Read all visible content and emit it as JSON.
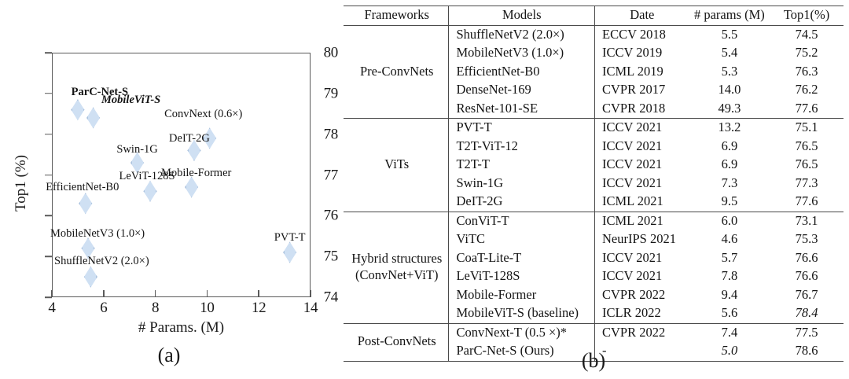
{
  "chart_data": [
    {
      "type": "scatter",
      "title": "",
      "caption": "(a)",
      "xlabel": "# Params. (M)",
      "ylabel": "Top1 (%)",
      "xlim": [
        4,
        14
      ],
      "ylim": [
        74,
        80
      ],
      "xticks": [
        "4",
        "6",
        "8",
        "10",
        "12",
        "14"
      ],
      "yticks": [
        "74",
        "75",
        "76",
        "77",
        "78",
        "79",
        "80"
      ],
      "grid": false,
      "legend": "none",
      "marker": "diamond",
      "marker_fill": "#cfe0f3",
      "marker_stroke": "#8aa8cc",
      "points": [
        {
          "label": "ParC-Net-S",
          "x": 5.0,
          "y": 78.6,
          "style": "bold",
          "label_dx": 28,
          "label_dy": -30
        },
        {
          "label": "MobileViT-S",
          "x": 5.6,
          "y": 78.4,
          "style": "bolditalic",
          "label_dx": 48,
          "label_dy": -30
        },
        {
          "label": "ConvNext (0.6×)",
          "x": 10.1,
          "y": 77.9,
          "style": "normal",
          "label_dx": -8,
          "label_dy": -38
        },
        {
          "label": "DeIT-2G",
          "x": 9.5,
          "y": 77.6,
          "style": "normal",
          "label_dx": -6,
          "label_dy": -22
        },
        {
          "label": "Swin-1G",
          "x": 7.3,
          "y": 77.3,
          "style": "normal",
          "label_dx": 0,
          "label_dy": -24
        },
        {
          "label": "Mobile-Former",
          "x": 9.4,
          "y": 76.7,
          "style": "normal",
          "label_dx": 6,
          "label_dy": -25
        },
        {
          "label": "LeViT-128S",
          "x": 7.8,
          "y": 76.6,
          "style": "normal",
          "label_dx": -4,
          "label_dy": -26
        },
        {
          "label": "EfficientNet-B0",
          "x": 5.3,
          "y": 76.3,
          "style": "normal",
          "label_dx": -4,
          "label_dy": -28
        },
        {
          "label": "MobileNetV3 (1.0×)",
          "x": 5.4,
          "y": 75.2,
          "style": "normal",
          "label_dx": 12,
          "label_dy": -26
        },
        {
          "label": "ShuffleNetV2 (2.0×)",
          "x": 5.5,
          "y": 74.5,
          "style": "normal",
          "label_dx": 14,
          "label_dy": -27
        },
        {
          "label": "PVT-T",
          "x": 13.2,
          "y": 75.1,
          "style": "normal",
          "label_dx": 0,
          "label_dy": -26
        }
      ]
    },
    {
      "type": "table",
      "caption": "(b)",
      "title": "",
      "columns": [
        "Frameworks",
        "Models",
        "Date",
        "# params (M)",
        "Top1(%)"
      ],
      "groups": [
        {
          "framework": "Pre-ConvNets",
          "rows": [
            {
              "model": "ShuffleNetV2 (2.0×)",
              "date": "ECCV 2018",
              "params": "5.5",
              "top1": "74.5",
              "model_style": "normal",
              "params_style": "normal",
              "top1_style": "normal"
            },
            {
              "model": "MobileNetV3 (1.0×)",
              "date": "ICCV 2019",
              "params": "5.4",
              "top1": "75.2",
              "model_style": "normal",
              "params_style": "normal",
              "top1_style": "normal"
            },
            {
              "model": "EfficientNet-B0",
              "date": "ICML 2019",
              "params": "5.3",
              "top1": "76.3",
              "model_style": "normal",
              "params_style": "normal",
              "top1_style": "normal"
            },
            {
              "model": "DenseNet-169",
              "date": "CVPR 2017",
              "params": "14.0",
              "top1": "76.2",
              "model_style": "normal",
              "params_style": "normal",
              "top1_style": "normal"
            },
            {
              "model": "ResNet-101-SE",
              "date": "CVPR 2018",
              "params": "49.3",
              "top1": "77.6",
              "model_style": "normal",
              "params_style": "normal",
              "top1_style": "normal"
            }
          ]
        },
        {
          "framework": "ViTs",
          "rows": [
            {
              "model": "PVT-T",
              "date": "ICCV 2021",
              "params": "13.2",
              "top1": "75.1",
              "model_style": "normal",
              "params_style": "normal",
              "top1_style": "normal"
            },
            {
              "model": "T2T-ViT-12",
              "date": "ICCV 2021",
              "params": "6.9",
              "top1": "76.5",
              "model_style": "normal",
              "params_style": "normal",
              "top1_style": "normal"
            },
            {
              "model": "T2T-T",
              "date": "ICCV 2021",
              "params": "6.9",
              "top1": "76.5",
              "model_style": "normal",
              "params_style": "normal",
              "top1_style": "normal"
            },
            {
              "model": "Swin-1G",
              "date": "ICCV 2021",
              "params": "7.3",
              "top1": "77.3",
              "model_style": "normal",
              "params_style": "normal",
              "top1_style": "normal"
            },
            {
              "model": "DeIT-2G",
              "date": "ICML 2021",
              "params": "9.5",
              "top1": "77.6",
              "model_style": "normal",
              "params_style": "normal",
              "top1_style": "normal"
            }
          ]
        },
        {
          "framework": "Hybrid structures\n(ConvNet+ViT)",
          "framework_line1": "Hybrid structures",
          "framework_line2": "(ConvNet+ViT)",
          "rows": [
            {
              "model": "ConViT-T",
              "date": "ICML 2021",
              "params": "6.0",
              "top1": "73.1",
              "model_style": "normal",
              "params_style": "normal",
              "top1_style": "normal"
            },
            {
              "model": "ViTC",
              "date": "NeurIPS 2021",
              "params": "4.6",
              "top1": "75.3",
              "model_style": "normal",
              "params_style": "bold",
              "top1_style": "normal"
            },
            {
              "model": "CoaT-Lite-T",
              "date": "ICCV 2021",
              "params": "5.7",
              "top1": "76.6",
              "model_style": "normal",
              "params_style": "normal",
              "top1_style": "normal"
            },
            {
              "model": "LeViT-128S",
              "date": "ICCV 2021",
              "params": "7.8",
              "top1": "76.6",
              "model_style": "normal",
              "params_style": "normal",
              "top1_style": "normal"
            },
            {
              "model": "Mobile-Former",
              "date": "CVPR 2022",
              "params": "9.4",
              "top1": "76.7",
              "model_style": "normal",
              "params_style": "normal",
              "top1_style": "normal"
            },
            {
              "model": "MobileViT-S (baseline)",
              "date": "ICLR 2022",
              "params": "5.6",
              "top1": "78.4",
              "model_style": "normal",
              "params_style": "normal",
              "top1_style": "italic"
            }
          ]
        },
        {
          "framework": "Post-ConvNets",
          "rows": [
            {
              "model": "ConvNext-T (0.5 ×)*",
              "date": "CVPR 2022",
              "params": "7.4",
              "top1": "77.5",
              "model_style": "normal",
              "params_style": "normal",
              "top1_style": "normal"
            },
            {
              "model": "ParC-Net-S  (Ours)",
              "date": "-",
              "params": "5.0",
              "top1": "78.6",
              "model_style": "normal",
              "params_style": "italic",
              "top1_style": "bold"
            }
          ]
        }
      ]
    }
  ]
}
